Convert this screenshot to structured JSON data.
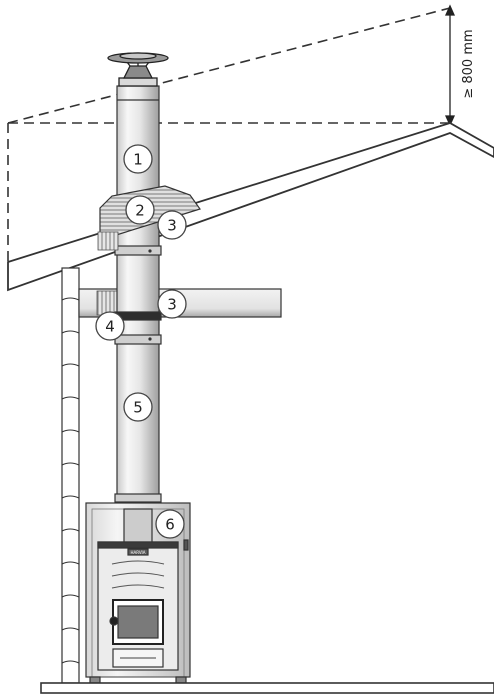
{
  "dimension": {
    "text": "≥ 800 mm"
  },
  "callouts": [
    {
      "id": "1",
      "text": "1"
    },
    {
      "id": "2",
      "text": "2"
    },
    {
      "id": "3a",
      "text": "3"
    },
    {
      "id": "3b",
      "text": "3"
    },
    {
      "id": "4",
      "text": "4"
    },
    {
      "id": "5",
      "text": "5"
    },
    {
      "id": "6",
      "text": "6"
    }
  ],
  "stove": {
    "brand_plate": "HARVIA"
  },
  "colors": {
    "line": "#333333",
    "pipe_light": "#f2f2f2",
    "pipe_mid": "#bdbdbd",
    "pipe_dark": "#8c8c8c",
    "callout_fill": "#ffffff",
    "stove_dark": "#4a4a4a"
  }
}
